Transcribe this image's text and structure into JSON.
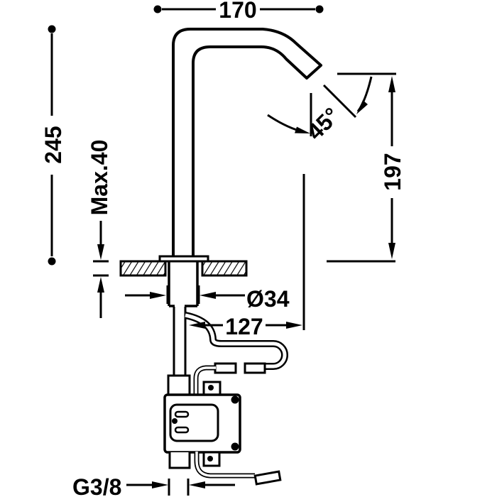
{
  "drawing": {
    "type": "technical-dimension-drawing",
    "subject": "deck-mounted electronic sensor faucet with control box, side elevation",
    "background_color": "#ffffff",
    "line_color": "#000000",
    "labels": {
      "spout_reach": "170",
      "total_height": "245",
      "max_deck_thickness": "Max.40",
      "outlet_angle": "45°",
      "outlet_height": "197",
      "shank_diameter": "Ø34",
      "outlet_offset": "127",
      "inlet_thread": "G3/8"
    }
  }
}
